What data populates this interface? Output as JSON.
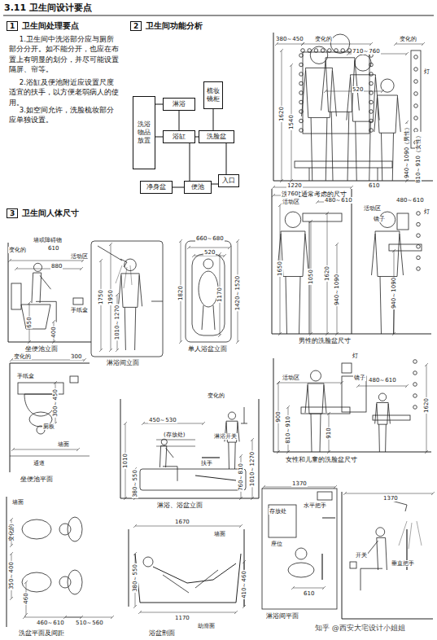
{
  "diagram": {
    "title": "3.11 卫生间设计要点",
    "nodes": [
      {
        "text": [
          "洗浴物品放置"
        ]
      },
      {
        "text": [
          "淋浴"
        ]
      },
      {
        "text": [
          "梳妆镜柜"
        ]
      },
      {
        "text": [
          "浴缸"
        ]
      },
      {
        "text": [
          "洗脸盆"
        ]
      },
      {
        "text": [
          "净身盆"
        ]
      },
      {
        "text": [
          "便池"
        ]
      },
      {
        "text": [
          "入口"
        ]
      }
    ],
    "edges": [
      {
        "from": 0,
        "to": 1,
        "arrow": "none"
      },
      {
        "from": 0,
        "to": 3,
        "arrow": "none"
      },
      {
        "from": 1,
        "to": 3,
        "arrow": "none"
      },
      {
        "from": 3,
        "to": 4,
        "arrow": "none"
      },
      {
        "from": 2,
        "to": 4,
        "arrow": "none"
      },
      {
        "from": 4,
        "to": 7,
        "arrow": "none"
      },
      {
        "from": 3,
        "to": 6,
        "arrow": "none"
      },
      {
        "from": 5,
        "to": 6,
        "arrow": "none"
      },
      {
        "from": 6,
        "to": 7,
        "arrow": "none"
      }
    ],
    "labels": [
      "1",
      "卫生间处理要点",
      "2",
      "卫生间功能分析",
      "1.卫生间中洗浴部分应与厕所部分分开。如不能分开，也应在布置上有明显的划分，并尽可能设置隔屏、帘等。",
      "2.浴缸及便池附近应设置尺度适宜的扶手，以方便老弱病人的使用。",
      "3.如空间允许，洗脸梳妆部分应单独设置。",
      "3",
      "卫生间人体尺寸",
      "380～450",
      "变化的",
      "710～760",
      "变化的",
      "520",
      "1620",
      "1540",
      "940～1090（男性）",
      "810～910（女性）",
      "灯",
      "洗脸盆通常考虑的尺寸",
      "墙或障碍物",
      "变化的",
      "610",
      "活动区",
      "880",
      "手纸盒",
      "650",
      "400",
      "坐便池立面",
      "1750",
      "1950",
      "1010～1270",
      "淋浴间立面",
      "660～680",
      "520",
      "1820",
      "1170",
      "1420～1520",
      "单人浴盆立面",
      "1220",
      "760",
      "活动区",
      "480～610",
      "1650",
      "1050",
      "1620",
      "940～1090",
      "男性的洗脸盆尺寸",
      "610",
      "480～610",
      "活动区",
      "镜子",
      "灯",
      "940～1090",
      "灯",
      "镜子",
      "活动区",
      "480～610",
      "1620",
      "900",
      "810～910",
      "910",
      "女性和儿童的洗脸盆尺寸",
      "变化的",
      "300",
      "手纸盒",
      "300～450",
      "厕板",
      "墙面",
      "通道",
      "坐便池平面",
      "变化的",
      "450～530",
      "(存放处)",
      "淋浴开关",
      "扶手",
      "1010",
      "380～550",
      "760～810",
      "1010～1270",
      "淋浴、浴盆立面",
      "墙面",
      "变化的",
      "350～400",
      "460",
      "460～610",
      "510～560",
      "洗盆平面及间距",
      "1670",
      "墙面",
      "380～550",
      "410～460",
      "1170",
      "助滑面",
      "浴盆剖面",
      "1370",
      "存放处",
      "水平把手",
      "座位",
      "610",
      "1370",
      "开关",
      "垂直把手",
      "淋浴间平面",
      "知乎 @西安大宅设计小姐姐"
    ]
  }
}
